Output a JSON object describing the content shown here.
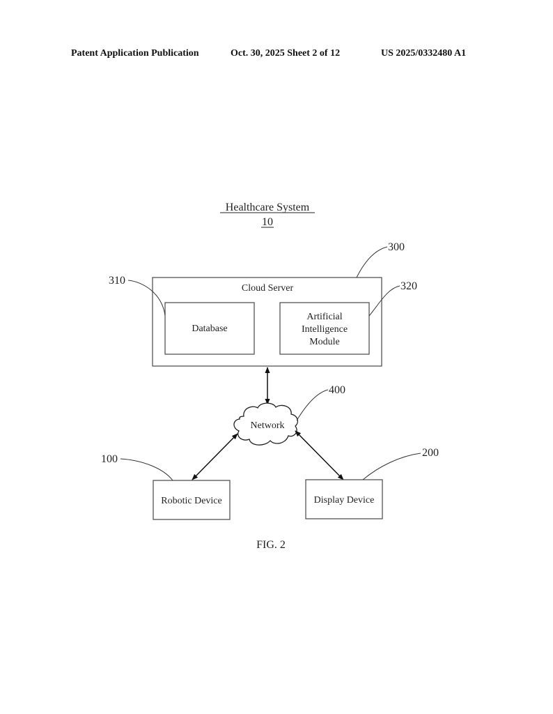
{
  "header": {
    "publication": "Patent Application Publication",
    "date_sheet": "Oct. 30, 2025  Sheet 2 of 12",
    "number": "US 2025/0332480 A1"
  },
  "figure": {
    "title": "Healthcare System",
    "title_ref": "10",
    "caption": "FIG. 2",
    "nodes": {
      "cloud_server": {
        "label": "Cloud Server",
        "ref": "300"
      },
      "database": {
        "label": "Database",
        "ref": "310"
      },
      "ai_module": {
        "label_lines": [
          "Artificial",
          "Intelligence",
          "Module"
        ],
        "ref": "320"
      },
      "network": {
        "label": "Network",
        "ref": "400"
      },
      "robotic_device": {
        "label": "Robotic Device",
        "ref": "100"
      },
      "display_device": {
        "label": "Display Device",
        "ref": "200"
      }
    },
    "edges": [
      {
        "from": "cloud_server",
        "to": "network",
        "type": "bidirectional"
      },
      {
        "from": "network",
        "to": "robotic_device",
        "type": "bidirectional"
      },
      {
        "from": "network",
        "to": "display_device",
        "type": "bidirectional"
      }
    ]
  }
}
